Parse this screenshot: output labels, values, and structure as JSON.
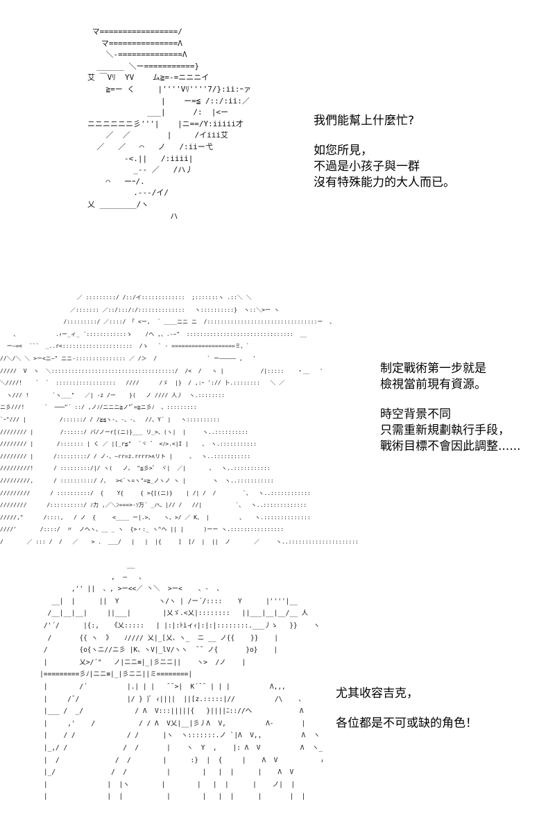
{
  "panels": [
    {
      "art": " マ=================/\n   マ===============Λ\n    ＼-==============Λ\n  ______ ＼ー===========}\n艾 ￣Vﾘ  YV    ム≧=-=ニニニイ\n    ≧=ー く     |''''Vﾘ''''7/}:ii:ｰァ\n                |    ー=≦ /::/:ii:／\n             ___|      /:  |<ー\nニニニニニニ彡'''|    |ニ==/Y:iiiii才\n    ／  ／        |     /イiii艾\n  ／   ／   ⌒   ノ   /:iiー弋\n        -<.||   /:iiii|\n          _-‐ ／   /ハ丿\n    ⌒   ーｰ/.\n          .--‐/イ/\n乂 ________/ヽ\n                  ハ",
      "lines": [
        "我們能幫上什麼忙?",
        "",
        "如您所見，",
        "不過是小孩子與一群",
        "沒有特殊能力的大人而已。"
      ]
    },
    {
      "art": "                       ／ :::::::::/ /::/イ:::::::::::::  ;:::::::ヽ .::＼ ＼\n                     ／::::::: ／::/:::/:/::::::::::::::   ヽ::::::::::}  ヽ::＼>ー ヽ\n                   /:::::::::/ ／::::/ 「 <ー,  ´ ____ニニ ニ  /:::::::::::::::::::::::::::::::::ー  、\n    、           .ｨー_ィ_ ´::::::::::::ゝ    /ヘ ,、.-~\"  ::::::::::::::::::::::::::::::::  __\n  ー―=<  ¨¨¨  _..r<:::::::::::::::::::::  /ゝ   ` ‐ ===================ミ、`\n//＼/＼ ＼ >ー<ニ―\" ニニ‐::::::::::::::: ／ /＞  /               ` ー――――― ,   '\n/////  V  ヽ  ＼:::::::::::::::::::::::::::::::::::::/  /<  /   ヽ |           /|:::::    ・__   '\n＼////!    `  `  ::::::::::::::::::   ////      /ゞ  |}  / ,:ｰ ':// 卜.::::::::   ＼ ／\n  ヽ/// !       `ヽ___\"   ／| -z /ー    }(   ノ //// 人丿  ヽ.::::::::\nニ彡///!      `  ───\"´ ::/ ,ノﾉ/ニニニ≧ノ\"ﾞ=≧ニ彡ﾉ  、:::::::::\n`ｰ\"/// |          /::::::/ / /≧≦ヽ-、-、-、  //、Y´ |   ヽ::::::::::\n//////// |        /::::::/ バ/ノーr[(ニ)}___ リ_>、(ヽ|  |     ヽ..::::::::::\n//////// |       /::::::: | く ／ |[_r≦\"  ¨ヾ ゛ <ﾉ>.<|I |    、 ヽ.:::::::::::\n//////// |      /:::::::::/ / ノ‐、―rr=z.rrrr>ʌリト |     、  ヽ..:::::::::::\n/////////!      / :::::::::/|/ ヽ(   ノ、 \"≦彡>゛ ヾ|  ／|       、  ヽ..:::::::::::\n/////////,      / ::::::::::/ /、  ><`ヽ=ヽ\"=≧_ノヽノ ヽ |        ヽ  ヽ..:::::::::::\n/////////      / ::::::::::/  {    Y{     { >{[(ニ)}    | /| /  /        `、  ヽ..::::::::::::\n////////      /::::::::::/ ﾉ力 ,／＼ﾝ===>-ｿ万´ _ﾉﾍ、|// /   //|          `、  ヽ..:::::::::::::\n/////,\"      /::::,   / ノ  {     <____ ー|.>、   ヽ、>/ ／ K、 |         、   ヽ.::::::::::::::\n////'       /::::/  〃  ノヘヽ、__ _ ヽ  {>・:_ ヽ^ヘ || |      )ーー ヽ.::::::::::::::::\n/       ／ ::: /  /   ／    > .  ___/   |   |  |{     ]  [/  |  ||  ノ       ／     ヽ..:::::::::::::::::::::",
      "lines": [
        "制定戰術第一步就是",
        "檢視當前現有資源。",
        "",
        "時空背景不同",
        "只需重新規劃執行手段，",
        "戰術目標不會因此調整......"
      ]
    },
    {
      "art": "                         __\n                     ,  ―   、\n           ,'' ||  、, >ー<<／ 丶＼  >ー<    、‐  ､\n      __|  |      ||  Y          ヽ/ヽ | /ー´/::::    Y      |''''|__\n     /__|__|__|     ||___|        |乂ゞ.<乂|::::::::   ||___|__|__/__ 人\n    /'´/      |{:,   《乂:::::   | |:|:ﾄiィｨ|:|:|::::::::.___丿ゝ   }}    ヽ |\n     /       {{ ヽ  》   ﾉ//// 乂|_[乂、ヽ_  ニ __ ノ{{    }}    |\n    /        {o{ヽニ//ニ彡 |K、ヽV|_lV/ヽヽ  ¯¯ ノ{       }o}    |\n    |        乂>/´\"   ノ|ニニ≡|_|彡ニニ||    ヽ>  /ノ    |\n   |=========彡ﾉ|ニニ≡|_|彡ニニ||ミ========|\n    |        /´          |.| | |   ¯¯>|  K´¯¯ | | |          Λ,,,         |\n    |     /¯/            |/ } }ﾞ ｨ||||  ||[z.:::::|//          /\\    、      |\n    |___ /  _/             / Λ  V:::|||||{   }||||ﾆ:://ヘ            Λ      ヽ_|\n    |     ,'    /           / / Λ  V乂|__|彡丿Λ  V,          Λ-       |\n    |    / /             / /      |ヽ  ヽ:::::::.ノ `|Λ  V,,          Λ  ヽ   |\n    |_,/ /              /  /       |    ヽ  Y  ,    |: Λ  V          Λ  ヽ_|\n    |  /              /  /        |      :}  |  {     |    Λ  V           Λ   |\n    |_/              /  /          |        |   |  |      |    Λ  V         Λ_|\n    |               |  |ヽ        |        |   |  |      |    ノ|  |                  |\n    |               |  |           |        |   |  |      |       |  |                  |",
      "lines": [
        "尤其收容吉克，",
        "",
        "各位都是不可或缺的角色！"
      ]
    }
  ]
}
